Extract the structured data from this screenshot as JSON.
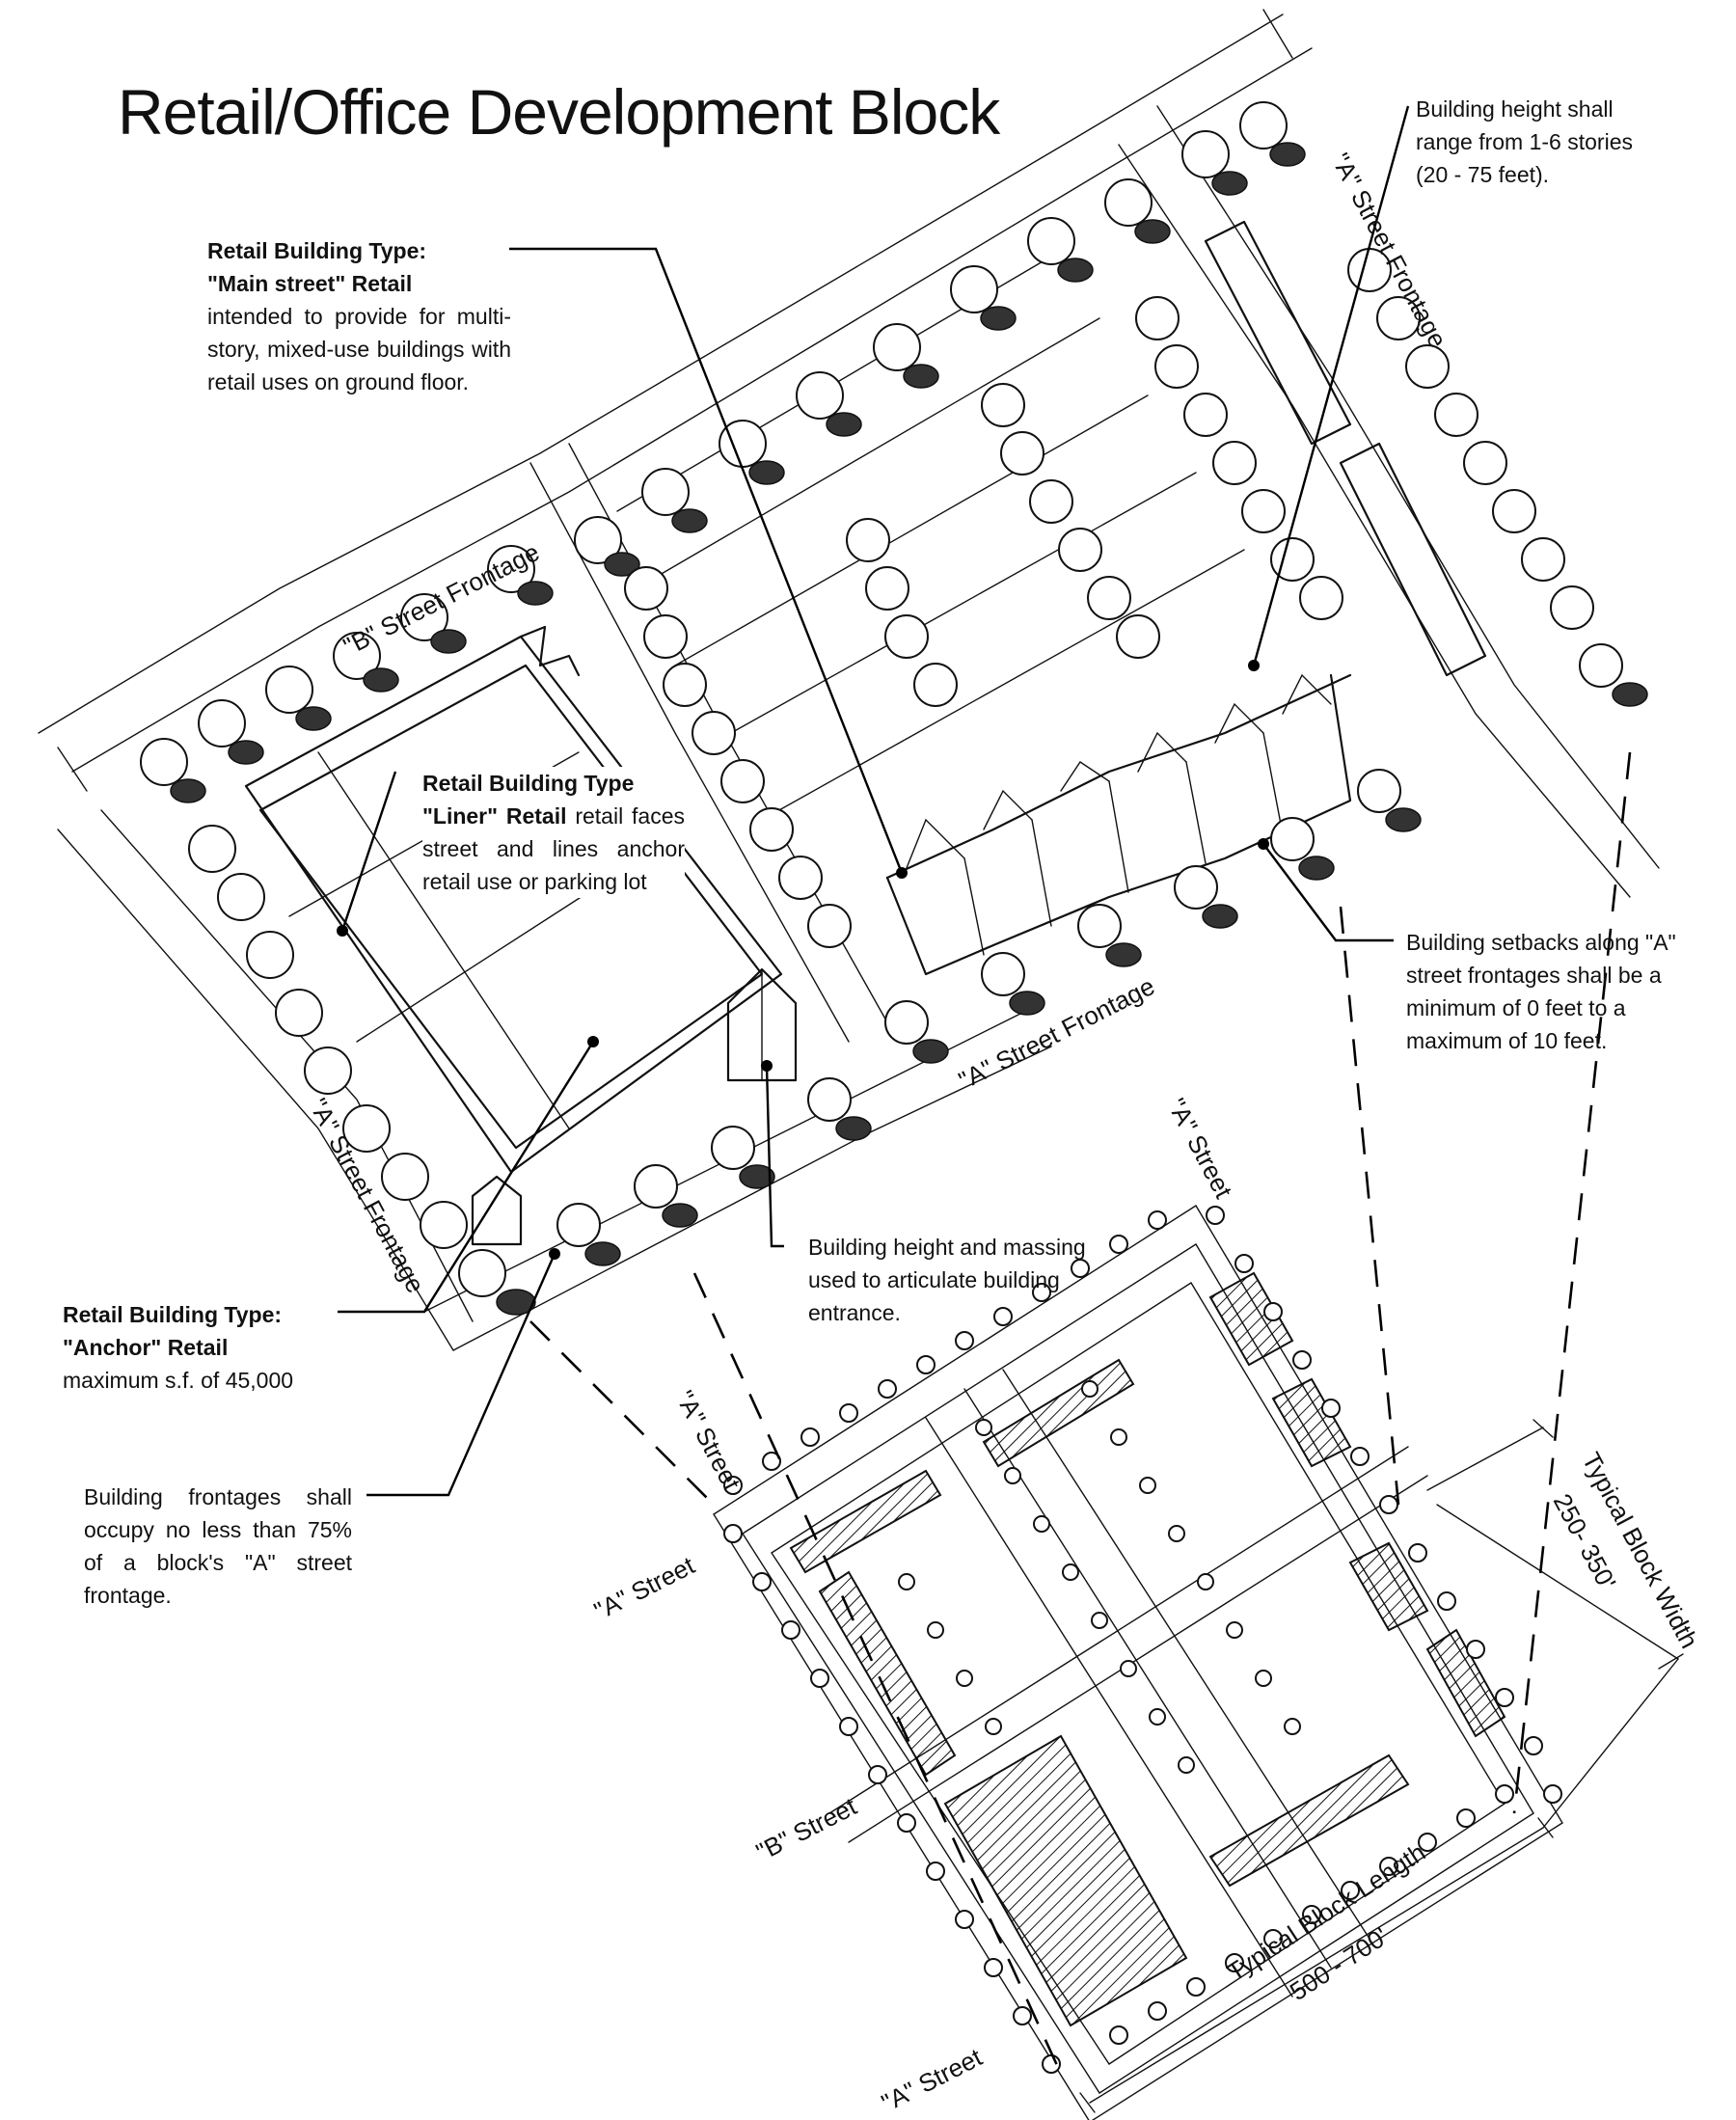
{
  "title": "Retail/Office Development Block",
  "annotations": {
    "height_range": {
      "text": "Building height shall range from 1-6 stories (20 - 75 feet)."
    },
    "main_street": {
      "heading": "Retail Building Type:",
      "subheading": "\"Main street\" Retail",
      "text": "intended to provide for multi-story, mixed-use buildings with retail uses on ground floor."
    },
    "liner": {
      "heading": "Retail Building Type",
      "subheading": "\"Liner\" Retail",
      "text": "retail faces street and lines anchor retail use or parking lot"
    },
    "setbacks": {
      "text": "Building setbacks along \"A\" street frontages shall be a minimum of 0 feet to a maximum of 10 feet."
    },
    "entrance": {
      "text": "Building height and massing used to articulate building entrance."
    },
    "anchor": {
      "heading": "Retail Building Type:",
      "subheading": "\"Anchor\" Retail",
      "text": "maximum s.f. of 45,000"
    },
    "frontages": {
      "text": "Building frontages shall occupy no less than 75% of a block's \"A\" street frontage."
    }
  },
  "street_labels": {
    "a_frontage_top_right": "\"A\" Street Frontage",
    "b_frontage": "\"B\" Street Frontage",
    "a_frontage_bottom": "\"A\" Street Frontage",
    "a_frontage_left": "\"A\" Street Frontage",
    "plan_a_top": "\"A\" Street",
    "plan_a_left_upper": "\"A\" Street",
    "plan_a_left": "\"A\" Street",
    "plan_b_left": "\"B\" Street",
    "plan_a_bottom": "\"A\" Street"
  },
  "dimensions": {
    "block_width_label": "Typical Block Width",
    "block_width_value": "250- 350'",
    "block_length_label": "Typical Block Length",
    "block_length_value": "500 - 700'"
  }
}
